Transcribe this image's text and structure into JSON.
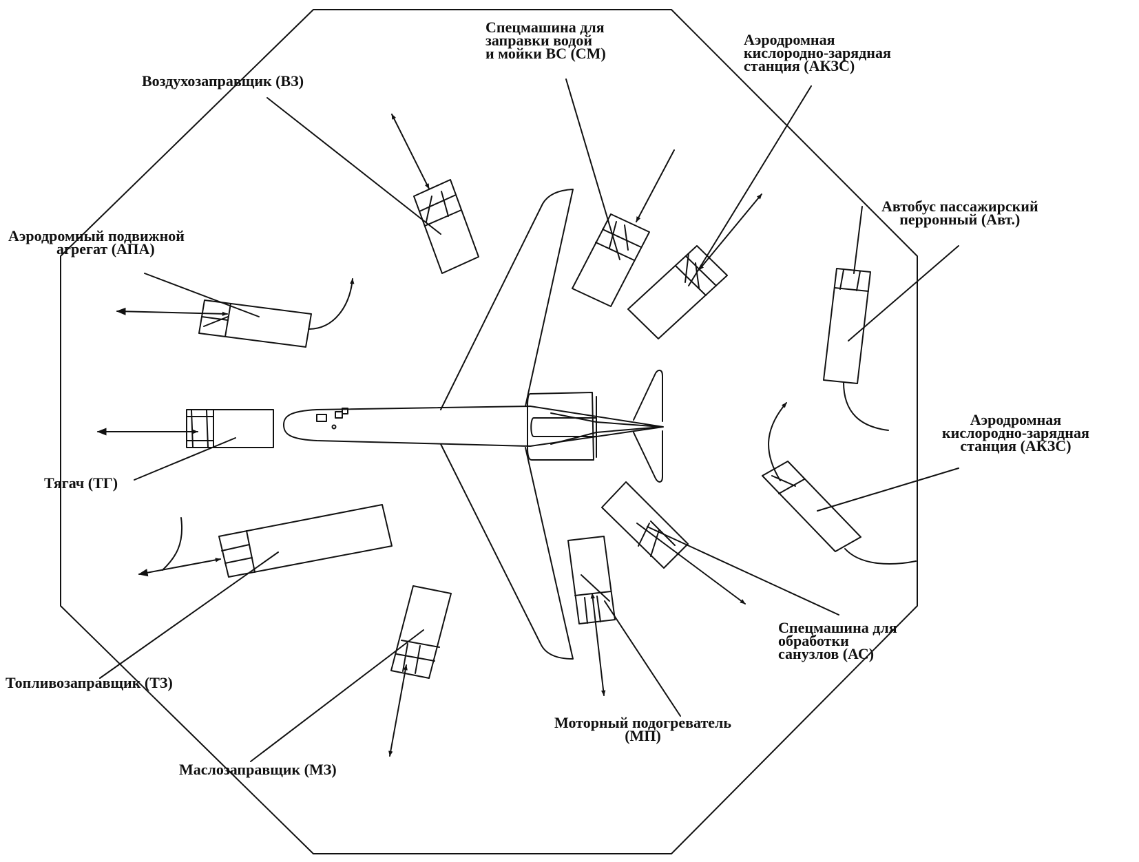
{
  "labels": {
    "vz": "Воздухозаправщик (ВЗ)",
    "sm": [
      "Спецмашина для",
      "заправки водой",
      "и мойки ВС (СМ)"
    ],
    "akzs_top": [
      "Аэродромная",
      "кислородно-зарядная",
      "станция (АКЗС)"
    ],
    "apa": [
      "Аэродромный подвижной",
      "агрегат (АПА)"
    ],
    "avt": [
      "Автобус пассажирский",
      "перронный (Авт.)"
    ],
    "akzs_right": [
      "Аэродромная",
      "кислородно-зарядная",
      "станция (АКЗС)"
    ],
    "tg": "Тягач (ТГ)",
    "tz": "Топливозаправщик (ТЗ)",
    "as": [
      "Спецмашина для",
      "обработки",
      "санузлов (АС)"
    ],
    "mp": [
      "Моторный подогреватель",
      "(МП)"
    ],
    "mz": "Маслозаправщик (МЗ)"
  },
  "colors": {
    "line": "#111111",
    "background": "#ffffff"
  }
}
